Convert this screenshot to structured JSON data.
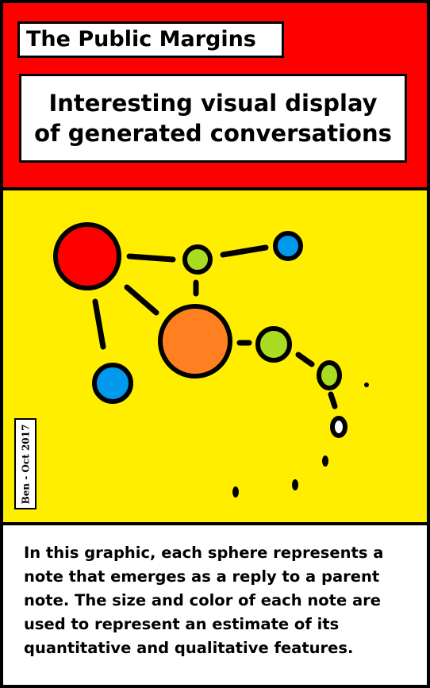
{
  "title": "The Public Margins",
  "subtitle": {
    "line1": "Interesting visual display",
    "line2": "of generated conversations"
  },
  "signature": "Ben - Oct 2017",
  "caption": "In this graphic, each sphere represents a note that emerges as a reply to a parent note.  The size and color of each note are used to represent an estimate of its quantitative and qualitative features.",
  "colors": {
    "header_bg": "#ff0000",
    "diagram_bg": "#ffee00",
    "node_red": "#ff0000",
    "node_orange": "#ff8020",
    "node_green": "#aadd22",
    "node_blue": "#0099ee",
    "node_white": "#ffffff"
  }
}
